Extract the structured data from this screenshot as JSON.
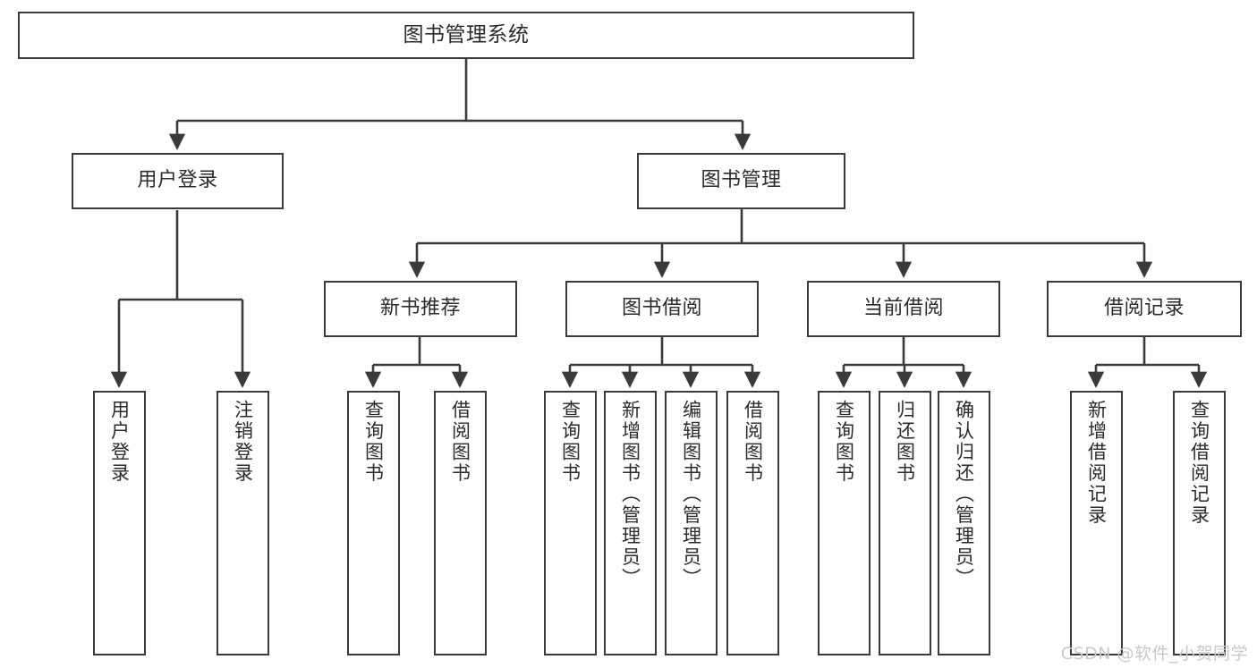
{
  "diagram": {
    "title": "图书管理系统",
    "type": "tree",
    "style": {
      "box_border_color": "#3a3a3a",
      "box_fill_color": "#ffffff",
      "text_color": "#2b2b2b",
      "connector_color": "#3a3a3a",
      "background_color": "#ffffff"
    }
  },
  "root": {
    "label": "图书管理系统"
  },
  "level2": [
    {
      "label": "用户登录"
    },
    {
      "label": "图书管理"
    }
  ],
  "level3": [
    {
      "label": "新书推荐"
    },
    {
      "label": "图书借阅"
    },
    {
      "label": "当前借阅"
    },
    {
      "label": "借阅记录"
    }
  ],
  "leaves": {
    "user_login": [
      {
        "label": "用户登录"
      },
      {
        "label": "注销登录"
      }
    ],
    "new_book_recommend": [
      {
        "label": "查询图书"
      },
      {
        "label": "借阅图书"
      }
    ],
    "book_borrow": [
      {
        "label": "查询图书"
      },
      {
        "label": "新增图书（管理员）"
      },
      {
        "label": "编辑图书（管理员）"
      },
      {
        "label": "借阅图书"
      }
    ],
    "current_borrow": [
      {
        "label": "查询图书"
      },
      {
        "label": "归还图书"
      },
      {
        "label": "确认归还（管理员）"
      }
    ],
    "borrow_record": [
      {
        "label": "新增借阅记录"
      },
      {
        "label": "查询借阅记录"
      }
    ]
  },
  "watermark": {
    "text": "CSDN @软件_小贺同学"
  }
}
